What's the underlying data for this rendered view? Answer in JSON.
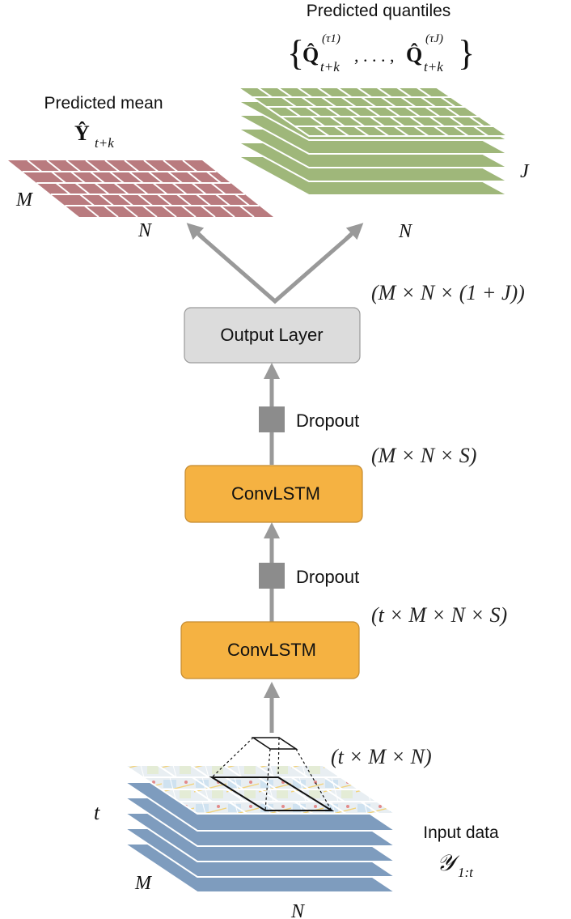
{
  "labels": {
    "predicted_quantiles": "Predicted quantiles",
    "quantiles_open": "{",
    "quantiles_close": "}",
    "q_symbol": "Q̂",
    "q_sup_1": "(τ1)",
    "q_sup_J": "(τJ)",
    "q_sub": "t+k",
    "q_ellipsis": ", . . . ,",
    "predicted_mean": "Predicted mean",
    "y_symbol": "Ŷ",
    "y_sub": "t+k",
    "mean_M": "M",
    "mean_N": "N",
    "quant_J": "J",
    "quant_N": "N",
    "output_dim": "(M × N × (1 + J))",
    "convlstm2_dim": "(M × N × S)",
    "convlstm1_dim": "(t × M × N × S)",
    "input_dim": "(t × M × N)",
    "input_data": "Input data",
    "input_symbol": "𝒴",
    "input_sub": "1:t",
    "input_t": "t",
    "input_M": "M",
    "input_N": "N"
  },
  "blocks": {
    "output_layer": "Output Layer",
    "convlstm_top": "ConvLSTM",
    "convlstm_bottom": "ConvLSTM",
    "dropout_top": "Dropout",
    "dropout_bottom": "Dropout"
  },
  "colors": {
    "mean_grid": "#b97b7f",
    "quant_grid": "#9fb77a",
    "input_stack": "#7e9cbe",
    "convlstm": "#f5b242",
    "convlstm_border": "#c48a30",
    "output_layer": "#dcdcdc",
    "output_border": "#9a9a9a",
    "arrow": "#999999",
    "dropout": "#8c8c8c"
  }
}
